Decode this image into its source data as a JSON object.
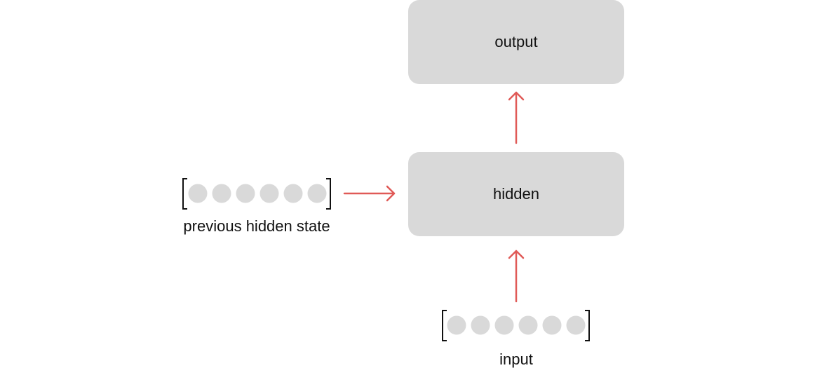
{
  "nodes": {
    "output": {
      "label": "output"
    },
    "hidden": {
      "label": "hidden"
    }
  },
  "vectors": {
    "previous_hidden_state": {
      "label": "previous hidden state",
      "size": 6
    },
    "input": {
      "label": "input",
      "size": 6
    }
  },
  "colors": {
    "box_fill": "#d9d9d9",
    "cell_fill": "#d9d9d9",
    "arrow": "#e05a57",
    "bracket": "#111111",
    "text": "#111111"
  }
}
